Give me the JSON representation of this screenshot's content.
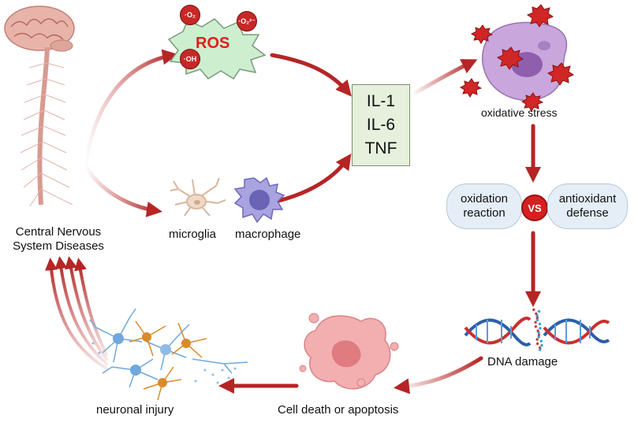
{
  "labels": {
    "cns": "Central Nervous System Diseases",
    "ros": "ROS",
    "radicals": [
      "·O₂",
      "·O₂²⁻",
      "·OH"
    ],
    "cytokines": [
      "IL-1",
      "IL-6",
      "TNF"
    ],
    "microglia": "microglia",
    "macrophage": "macrophage",
    "oxidative_stress": "oxidative stress",
    "oxidation_reaction": "oxidation reaction",
    "vs": "VS",
    "antioxidant_defense": "antioxidant defense",
    "dna_damage": "DNA damage",
    "cell_death": "Cell death or apoptosis",
    "neuronal_injury": "neuronal injury"
  },
  "colors": {
    "arrow": "#b52525",
    "ros_burst": "#cdeecf",
    "cytokine_box": "#e6f0dc",
    "pill": "#e5eef6",
    "vs_circle": "#d42020",
    "dead_cell": "#f3aeb0",
    "stressed_cell": "#c9a6dc",
    "macrophage": "#a9a3e0",
    "microglia": "#e8cdb8",
    "dna_blue": "#2c5fa8",
    "dna_red": "#c8302e",
    "neuron_blue": "#6fa8dc",
    "neuron_orange": "#d98b2b"
  }
}
